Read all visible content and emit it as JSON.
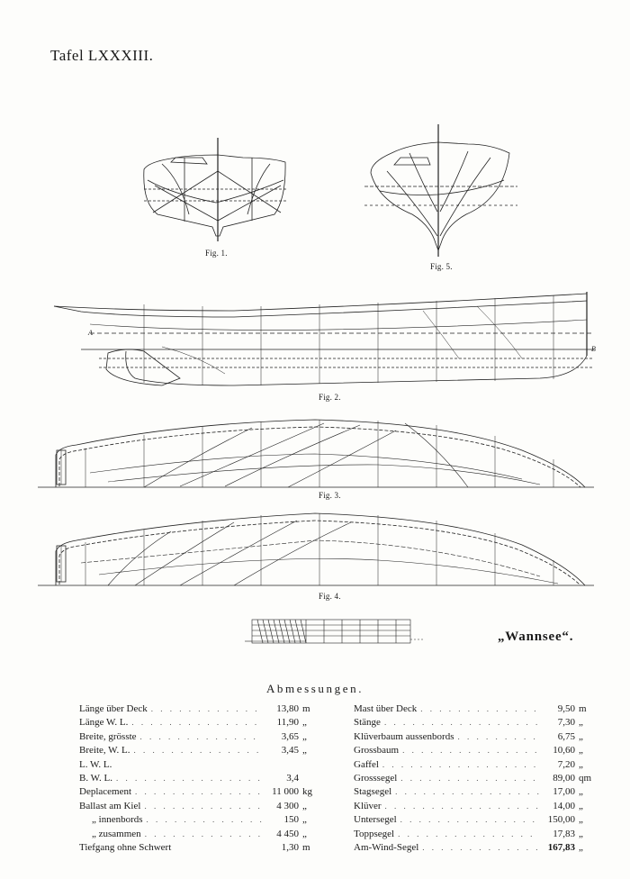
{
  "plate": {
    "title": "Tafel LXXXIII."
  },
  "figures": {
    "fig1": "Fig. 1.",
    "fig5": "Fig. 5.",
    "fig2": "Fig. 2.",
    "fig3": "Fig. 3.",
    "fig4": "Fig. 4."
  },
  "marks": {
    "a": "A",
    "b": "B"
  },
  "boat_name": "„Wannsee“.",
  "dimensions": {
    "heading": "Abmessungen.",
    "left": [
      {
        "label": "Länge über Deck",
        "value": "13,80",
        "unit": "m"
      },
      {
        "label": "Länge W. L.",
        "value": "11,90",
        "unit": "„"
      },
      {
        "label": "Breite, grösste",
        "value": "3,65",
        "unit": "„"
      },
      {
        "label": "Breite, W. L.",
        "value": "3,45",
        "unit": "„"
      },
      {
        "label": "L. W. L.",
        "value": "",
        "unit": ""
      },
      {
        "label": "B. W. L.",
        "value": "3,4",
        "unit": ""
      },
      {
        "label": "Deplacement",
        "value": "11 000",
        "unit": "kg"
      },
      {
        "label": "Ballast am Kiel",
        "value": "4 300",
        "unit": "„"
      },
      {
        "label": "„ innenbords",
        "value": "150",
        "unit": "„"
      },
      {
        "label": "„ zusammen",
        "value": "4 450",
        "unit": "„"
      },
      {
        "label": "Tiefgang ohne Schwert",
        "value": "1,30",
        "unit": "m"
      }
    ],
    "right": [
      {
        "label": "Mast über Deck",
        "value": "9,50",
        "unit": "m"
      },
      {
        "label": "Stänge",
        "value": "7,30",
        "unit": "„"
      },
      {
        "label": "Klüverbaum aussenbords",
        "value": "6,75",
        "unit": "„"
      },
      {
        "label": "Grossbaum",
        "value": "10,60",
        "unit": "„"
      },
      {
        "label": "Gaffel",
        "value": "7,20",
        "unit": "„"
      },
      {
        "label": "Grosssegel",
        "value": "89,00",
        "unit": "qm"
      },
      {
        "label": "Stagsegel",
        "value": "17,00",
        "unit": "„"
      },
      {
        "label": "Klüver",
        "value": "14,00",
        "unit": "„"
      },
      {
        "label": "Untersegel",
        "value": "150,00",
        "unit": "„"
      },
      {
        "label": "Toppsegel",
        "value": "17,83",
        "unit": "„"
      },
      {
        "label": "Am-Wind-Segel",
        "value": "167,83",
        "unit": "„"
      }
    ]
  }
}
